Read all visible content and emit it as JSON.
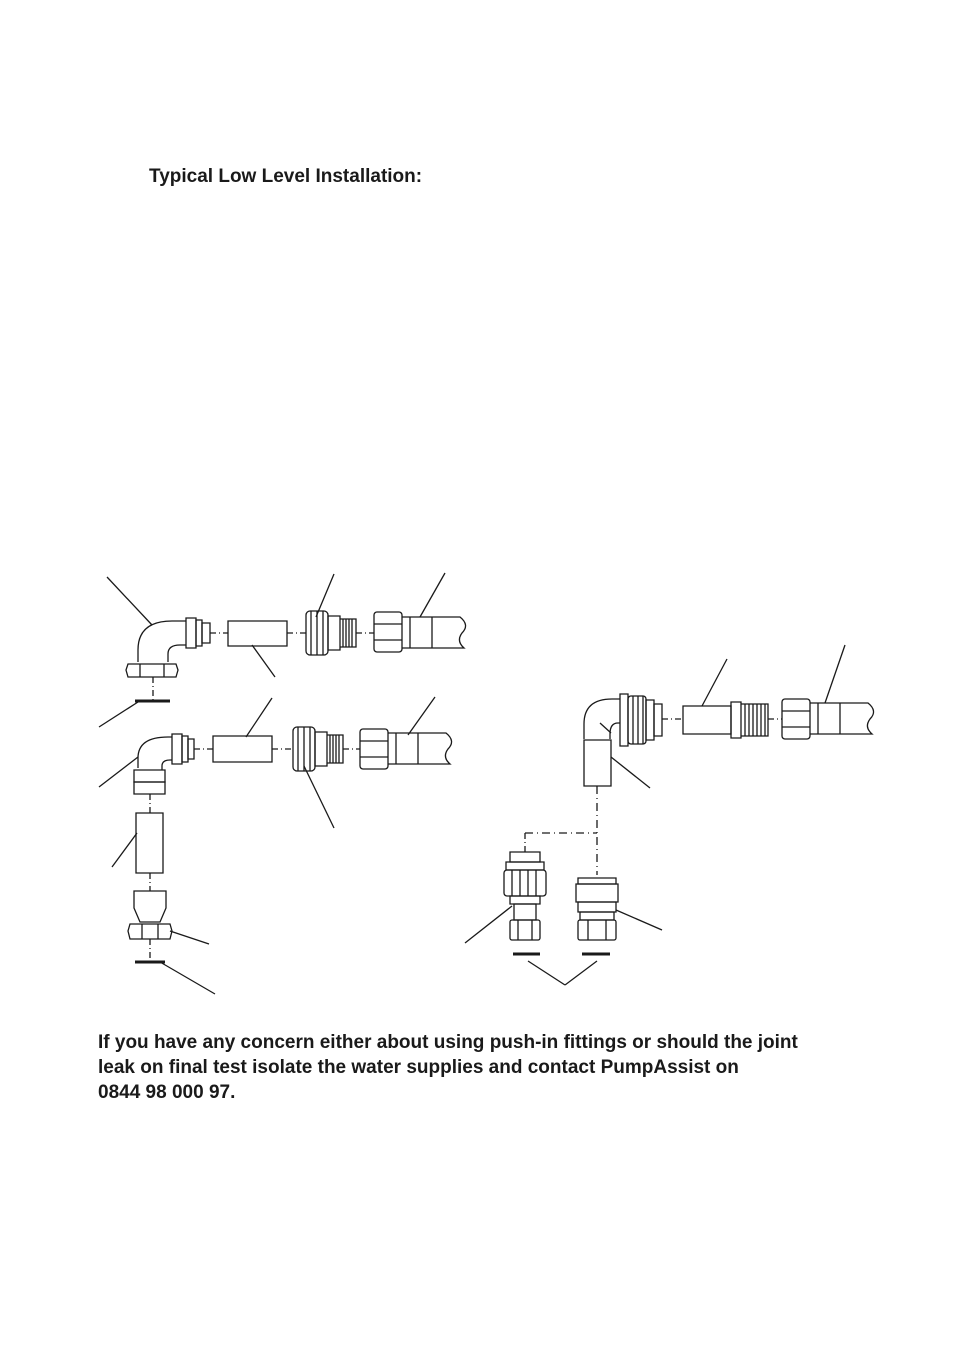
{
  "page": {
    "heading": "Typical Low Level Installation:",
    "notice_lines": [
      "If you have any concern either about using push-in fittings or should the joint",
      "leak on final test isolate the water supplies and contact PumpAssist on",
      "0844 98 000 97."
    ]
  },
  "diagram": {
    "line_color": "#1a1a1a"
  }
}
